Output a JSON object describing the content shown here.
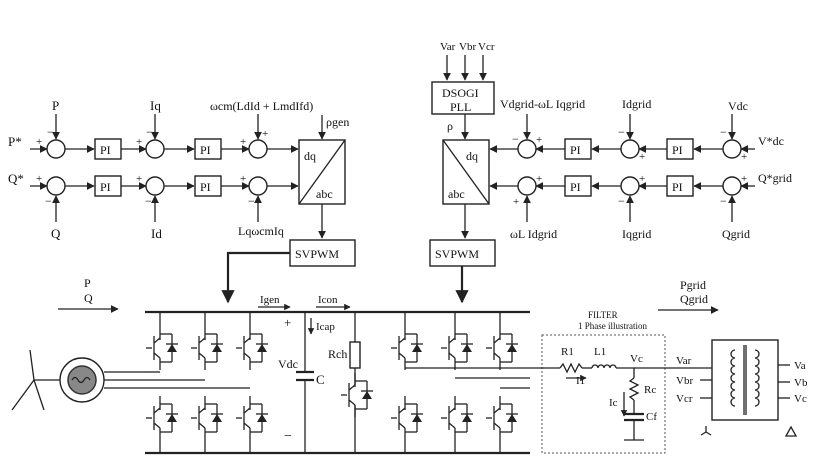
{
  "labels": {
    "P_star": "P*",
    "Q_star": "Q*",
    "P": "P",
    "Q": "Q",
    "Iq": "Iq",
    "Id": "Id",
    "omega_top": "ωcm(LdId + LmdIfd)",
    "omega_bottom": "LqωcmIq",
    "rho_gen": "ρgen",
    "dq": "dq",
    "abc": "abc",
    "PI": "PI",
    "SVPWM": "SVPWM",
    "dsogi": "DSOGI",
    "pll": "PLL",
    "var": "Var",
    "vbr": "Vbr",
    "vcr": "Vcr",
    "rho": "ρ",
    "vd_grid": "Vdgrid-ωL Iqgrid",
    "omegaL_Id": "ωL Idgrid",
    "Id_grid": "Idgrid",
    "Iq_grid": "Iqgrid",
    "Vdc": "Vdc",
    "Vdc_star": "V*dc",
    "Q_star_grid": "Q*grid",
    "Q_grid": "Qgrid",
    "P_arrow": "P",
    "Q_arrow": "Q",
    "P_grid": "Pgrid",
    "Q_grid_arrow": "Qgrid",
    "Igen": "Igen",
    "Icon": "Icon",
    "Icap": "Icap",
    "Vdc_cap": "Vdc",
    "C": "C",
    "Rch": "Rch",
    "plus": "+",
    "minus": "−",
    "filter_title": "FILTER",
    "filter_sub": "1 Phase illustration",
    "R1": "R1",
    "L1": "L1",
    "I1": "I1",
    "Vc": "Vc",
    "Rc": "Rc",
    "Ic": "Ic",
    "Cf": "Cf",
    "Var_out": "Var",
    "Vbr_out": "Vbr",
    "Vcr_out": "Vcr",
    "Va": "Va",
    "Vb": "Vb",
    "Vc_out": "Vc"
  }
}
